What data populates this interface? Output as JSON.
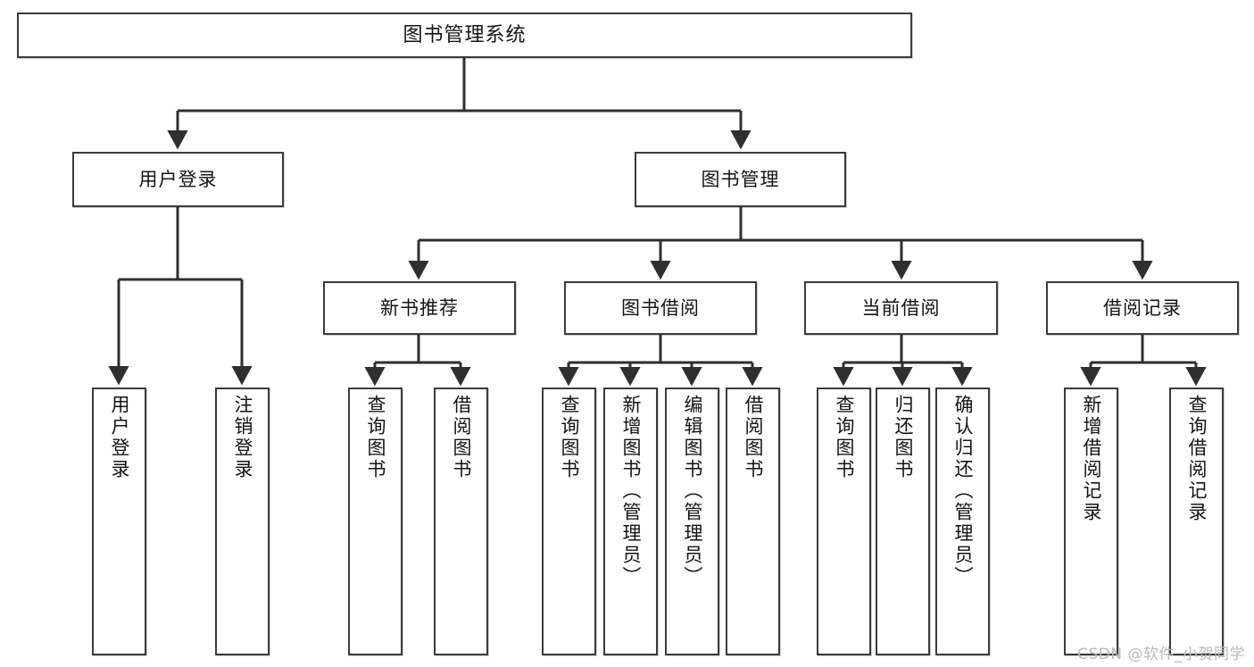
{
  "diagram": {
    "type": "tree",
    "title": "图书管理系统",
    "orientation": "top-down",
    "colors": {
      "box_border": "#3b3b3b",
      "box_fill": "#ffffff",
      "connector": "#2f2f2f",
      "text": "#141414",
      "watermark": "#b9b9b9"
    },
    "root": {
      "id": "root",
      "label": "图书管理系统"
    },
    "level2": [
      {
        "id": "user-login",
        "label": "用户登录"
      },
      {
        "id": "book-manage",
        "label": "图书管理"
      }
    ],
    "level3": [
      {
        "id": "new-book-recommend",
        "label": "新书推荐",
        "parent": "book-manage"
      },
      {
        "id": "book-borrow",
        "label": "图书借阅",
        "parent": "book-manage"
      },
      {
        "id": "current-borrow",
        "label": "当前借阅",
        "parent": "book-manage"
      },
      {
        "id": "borrow-record",
        "label": "借阅记录",
        "parent": "book-manage"
      }
    ],
    "leaves": [
      {
        "id": "leaf-user-login",
        "label": "用户登录",
        "parent": "user-login"
      },
      {
        "id": "leaf-user-logout",
        "label": "注销登录",
        "parent": "user-login"
      },
      {
        "id": "leaf-query-book-1",
        "label": "查询图书",
        "parent": "new-book-recommend"
      },
      {
        "id": "leaf-borrow-book-1",
        "label": "借阅图书",
        "parent": "new-book-recommend"
      },
      {
        "id": "leaf-query-book-2",
        "label": "查询图书",
        "parent": "book-borrow"
      },
      {
        "id": "leaf-add-book",
        "label": "新增图书（管理员）",
        "parent": "book-borrow"
      },
      {
        "id": "leaf-edit-book",
        "label": "编辑图书（管理员）",
        "parent": "book-borrow"
      },
      {
        "id": "leaf-borrow-book-2",
        "label": "借阅图书",
        "parent": "book-borrow"
      },
      {
        "id": "leaf-query-book-3",
        "label": "查询图书",
        "parent": "current-borrow"
      },
      {
        "id": "leaf-return-book",
        "label": "归还图书",
        "parent": "current-borrow"
      },
      {
        "id": "leaf-confirm-return",
        "label": "确认归还（管理员）",
        "parent": "current-borrow"
      },
      {
        "id": "leaf-add-record",
        "label": "新增借阅记录",
        "parent": "borrow-record"
      },
      {
        "id": "leaf-query-record",
        "label": "查询借阅记录",
        "parent": "borrow-record"
      }
    ]
  },
  "watermark": {
    "text": "CSDN @软件_小贺同学"
  }
}
